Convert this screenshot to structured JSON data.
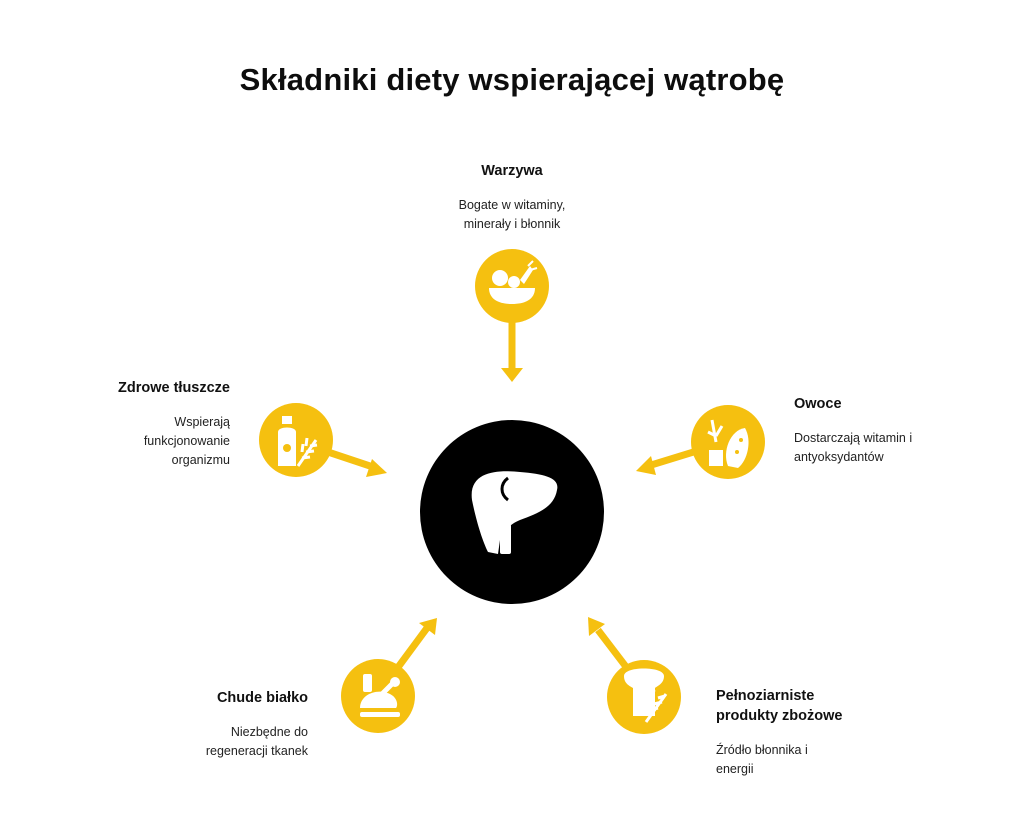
{
  "title": "Składniki diety wspierającej wątrobę",
  "colors": {
    "accent": "#F5C010",
    "hub": "#000000",
    "icon": "#ffffff"
  },
  "center": {
    "icon": "liver-icon"
  },
  "items": [
    {
      "id": "warzywa",
      "title": "Warzywa",
      "desc_lines": [
        "Bogate w witaminy,",
        "minerały i błonnik"
      ],
      "icon": "vegetable-bowl-icon"
    },
    {
      "id": "owoce",
      "title": "Owoce",
      "desc_lines": [
        "Dostarczają witamin i",
        "antyoksydantów"
      ],
      "icon": "fruits-icon"
    },
    {
      "id": "pelnoziarniste",
      "title_lines": [
        "Pełnoziarniste",
        "produkty zbożowe"
      ],
      "desc_lines": [
        "Źródło błonnika i",
        "energii"
      ],
      "icon": "bread-wheat-icon"
    },
    {
      "id": "bialko",
      "title": "Chude białko",
      "desc_lines": [
        "Niezbędne do",
        "regeneracji tkanek"
      ],
      "icon": "chicken-icon"
    },
    {
      "id": "tluszcze",
      "title": "Zdrowe tłuszcze",
      "desc_lines": [
        "Wspierają",
        "funkcjonowanie",
        "organizmu"
      ],
      "icon": "oil-bottle-icon"
    }
  ]
}
